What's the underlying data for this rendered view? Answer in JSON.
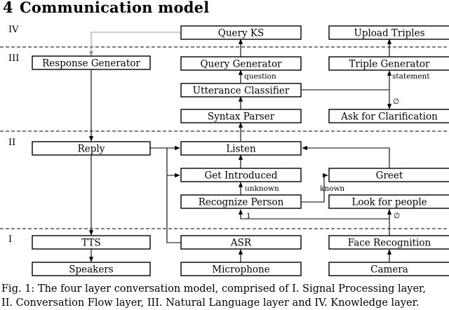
{
  "heading": {
    "number": "4",
    "title": "Communication model"
  },
  "layers": {
    "IV": "IV",
    "III": "III",
    "II": "II",
    "I": "I"
  },
  "nodes": {
    "query_ks": "Query KS",
    "upload_triples": "Upload Triples",
    "response_generator": "Response Generator",
    "query_generator": "Query Generator",
    "triple_generator": "Triple Generator",
    "utterance_classifier": "Utterance Classifier",
    "syntax_parser": "Syntax Parser",
    "ask_for_clarification": "Ask for Clarification",
    "reply": "Reply",
    "listen": "Listen",
    "get_introduced": "Get Introduced",
    "greet": "Greet",
    "recognize_person": "Recognize Person",
    "look_for_people": "Look for people",
    "tts": "TTS",
    "asr": "ASR",
    "face_recognition": "Face Recognition",
    "speakers": "Speakers",
    "microphone": "Microphone",
    "camera": "Camera"
  },
  "edge_labels": {
    "question": "question",
    "statement": "statement",
    "empty_set_clarify": "∅",
    "unknown": "unknown",
    "known": "known",
    "one": "1",
    "empty_set_look": "∅"
  },
  "caption": {
    "line1": "Fig. 1: The four layer conversation model, comprised of I. Signal Processing layer,",
    "line2": "II. Conversation Flow layer, III. Natural Language layer and IV. Knowledge layer."
  }
}
